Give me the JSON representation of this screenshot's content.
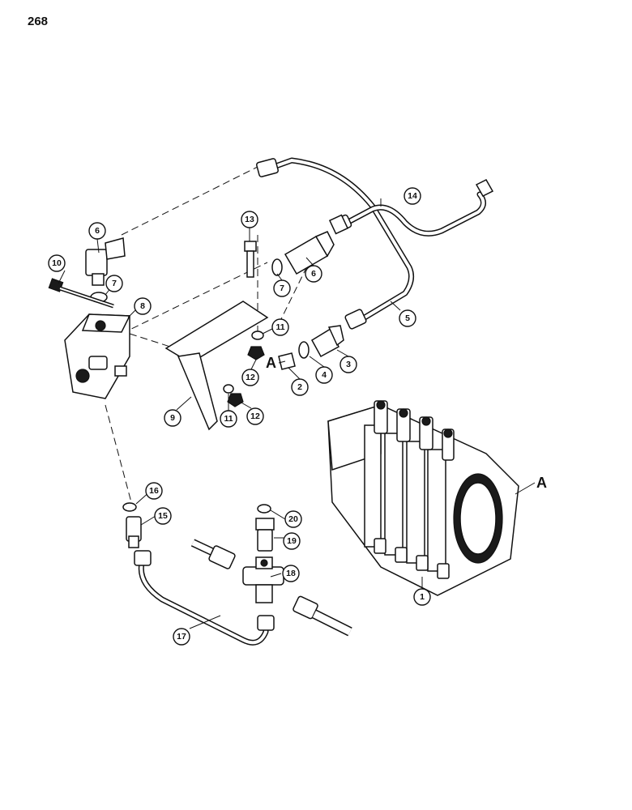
{
  "page_number": "268",
  "callouts": [
    "1",
    "2",
    "3",
    "4",
    "5",
    "6",
    "7",
    "8",
    "9",
    "10",
    "11",
    "12",
    "13",
    "14",
    "15",
    "16",
    "17",
    "18",
    "19",
    "20"
  ],
  "reference_letters": {
    "port_a": "A",
    "valve_a": "A"
  }
}
